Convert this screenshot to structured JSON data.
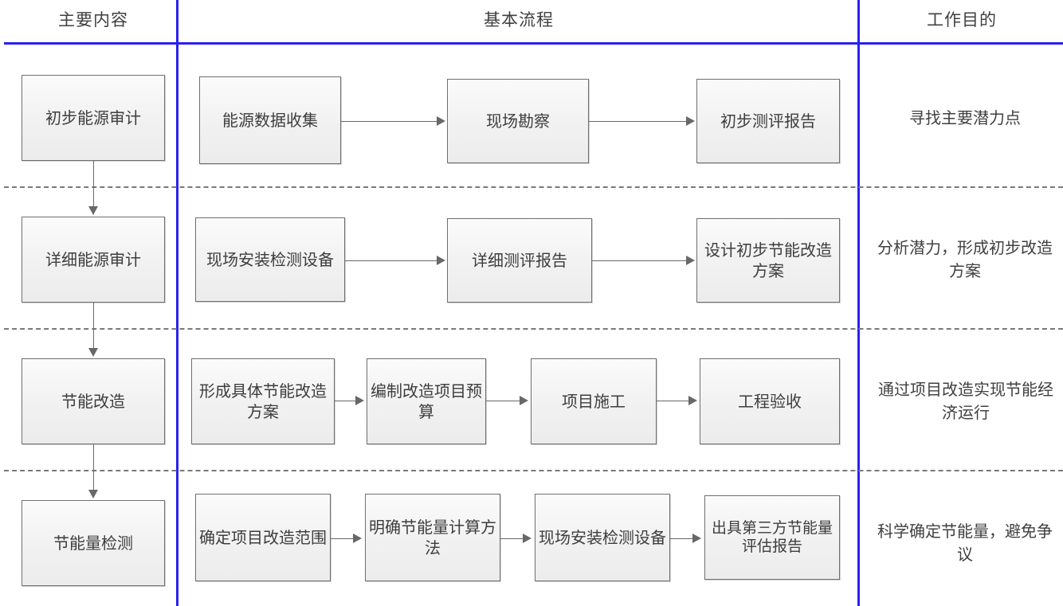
{
  "colors": {
    "divider": "#2a20f0",
    "box_border": "#6f6f6f",
    "box_fill": "#f1f1f1",
    "connector": "#686868",
    "text": "#3d3d3d",
    "row_separator": "#7a7a7a"
  },
  "headers": {
    "left": "主要内容",
    "middle": "基本流程",
    "right": "工作目的"
  },
  "rows": [
    {
      "stage": "初步能源审计",
      "steps": [
        "能源数据收集",
        "现场勘察",
        "初步测评报告"
      ],
      "purpose": "寻找主要潜力点"
    },
    {
      "stage": "详细能源审计",
      "steps": [
        "现场安装检测设备",
        "详细测评报告",
        "设计初步节能改造方案"
      ],
      "purpose": "分析潜力，形成初步改造方案"
    },
    {
      "stage": "节能改造",
      "steps": [
        "形成具体节能改造方案",
        "编制改造项目预算",
        "项目施工",
        "工程验收"
      ],
      "purpose": "通过项目改造实现节能经济运行"
    },
    {
      "stage": "节能量检测",
      "steps": [
        "确定项目改造范围",
        "明确节能量计算方法",
        "现场安装检测设备",
        "出具第三方节能量评估报告"
      ],
      "purpose": "科学确定节能量，避免争议"
    }
  ]
}
